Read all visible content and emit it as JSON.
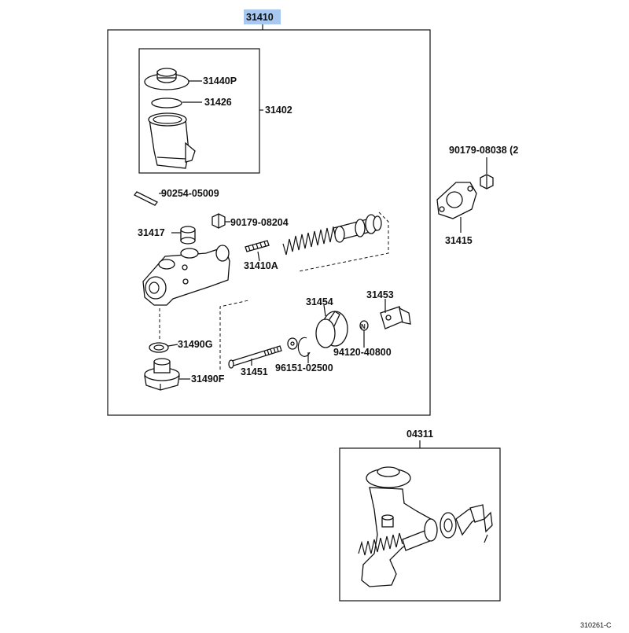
{
  "highlight_color": "#a9c8f0",
  "assembly_label": "31410",
  "reservoir_group_label": "31402",
  "kit_label": "04311",
  "figure_code": "310261-C",
  "parts": {
    "p31440P": "31440P",
    "p31426": "31426",
    "p90254": "90254-05009",
    "p90179a": "90179-08204",
    "p31417": "31417",
    "p31410A": "31410A",
    "p90179b": "90179-08038 (2",
    "p31415": "31415",
    "p31454": "31454",
    "p31453": "31453",
    "p31490G": "31490G",
    "p94120": "94120-40800",
    "p31451": "31451",
    "p96151": "96151-02500",
    "p31490F": "31490F"
  }
}
